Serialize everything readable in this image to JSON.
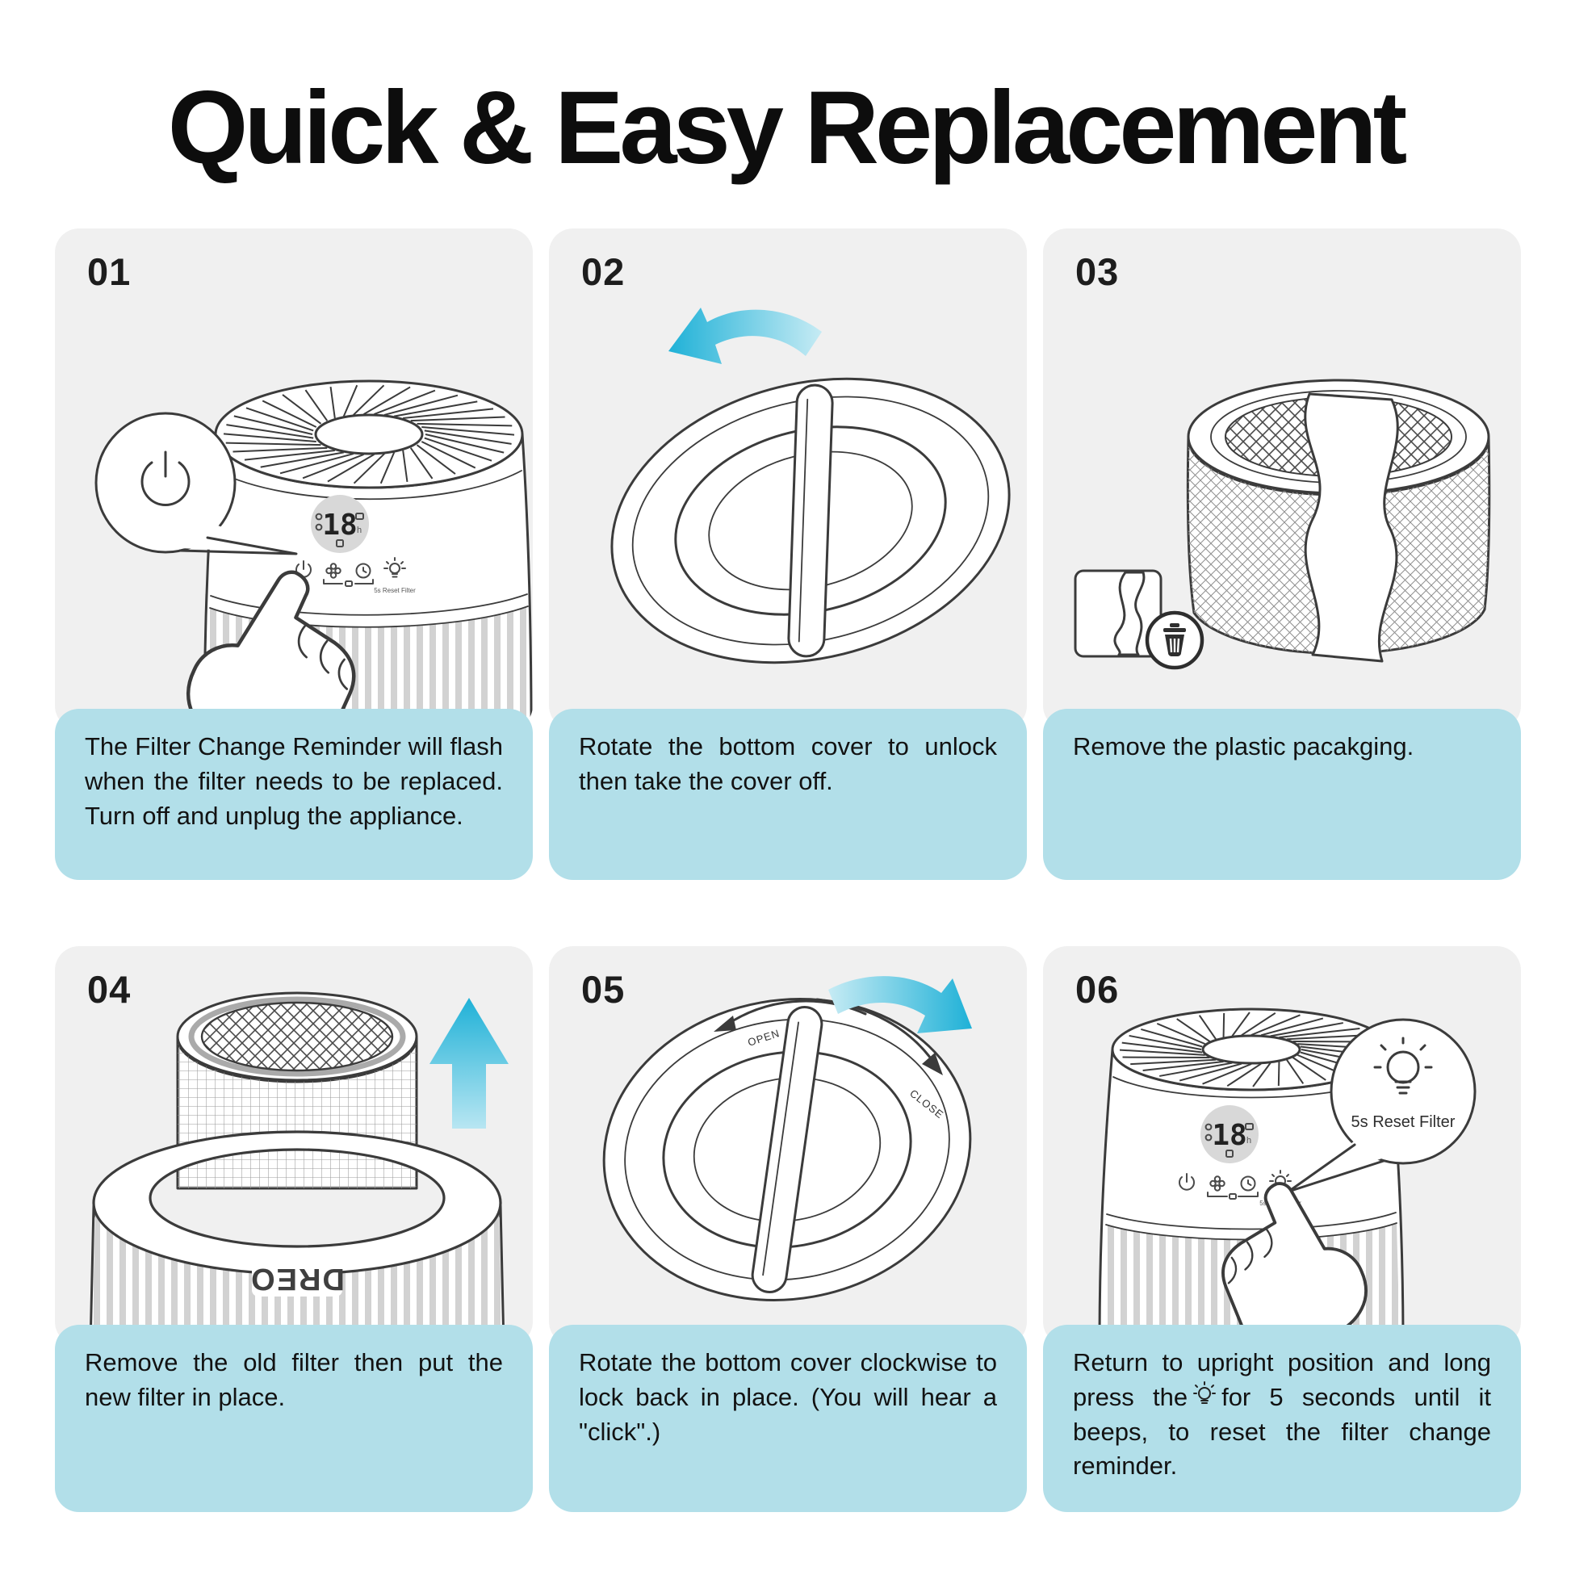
{
  "title": "Quick & Easy Replacement",
  "colors": {
    "accent_cyan": "#29b4d8",
    "panel_bg": "#f0f0f0",
    "caption_bg": "#b2dfe9",
    "ink": "#161616",
    "line": "#3b3b3b"
  },
  "steps": [
    {
      "number": "01",
      "caption": "The Filter Change Reminder will flash when the filter needs to be replaced. Turn off and unplug the appliance."
    },
    {
      "number": "02",
      "caption": "Rotate the bottom cover to unlock then take the cover off."
    },
    {
      "number": "03",
      "caption": "Remove the plastic pacakging."
    },
    {
      "number": "04",
      "caption": "Remove the old filter then put the new filter in place."
    },
    {
      "number": "05",
      "caption": "Rotate the bottom cover clockwise to lock back in place. (You will hear a \"click\".)"
    },
    {
      "number": "06",
      "caption_before": "Return to upright position and long press the",
      "caption_after": "for 5 seconds until it beeps, to reset the filter change reminder."
    }
  ],
  "illustrations": {
    "display_value": "18",
    "display_hour": "h",
    "open_label": "OPEN",
    "close_label": "CLOSE",
    "bubble_label": "5s Reset Filter",
    "reset_small_label": "5s Reset Filter",
    "brand": "DREO"
  }
}
